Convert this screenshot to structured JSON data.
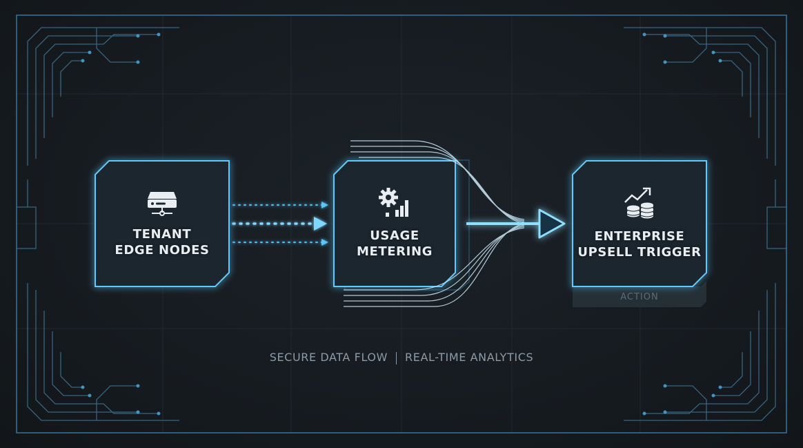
{
  "diagram": {
    "nodes": [
      {
        "id": "tenant-edge-nodes",
        "line1": "TENANT",
        "line2": "EDGE NODES",
        "icon": "server-icon"
      },
      {
        "id": "usage-metering",
        "line1": "USAGE",
        "line2": "METERING",
        "icon": "gear-chart-icon"
      },
      {
        "id": "enterprise-upsell-trigger",
        "line1": "ENTERPRISE",
        "line2": "UPSELL TRIGGER",
        "icon": "coins-trend-icon",
        "badge": "ACTION"
      }
    ],
    "caption": {
      "left": "SECURE DATA FLOW",
      "right": "REAL-TIME ANALYTICS"
    },
    "colors": {
      "background": "#151a1f",
      "accent": "#5ccbff",
      "glow": "#2e9fe0",
      "node_fill": "#1e2830",
      "circuit": "#3c6d8c",
      "text": "#e9eef2",
      "muted": "#8e9aa5"
    }
  }
}
